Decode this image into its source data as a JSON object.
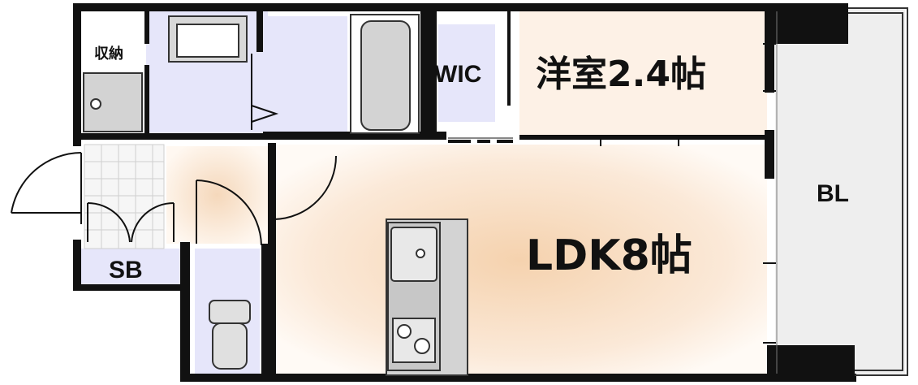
{
  "rooms": {
    "storage_label": "収納",
    "wic_label": "WIC",
    "western_room_label": "洋室2.4帖",
    "ldk_label": "LDK8帖",
    "shoe_box_label": "SB",
    "balcony_label": "BL"
  },
  "colors": {
    "wall": "#111111",
    "wet_area": "#e6e6fa",
    "wood_floor": "#fdf1e6",
    "wood_glow": "#f7d7b6",
    "balcony": "#eeeeee",
    "fixture": "#d3d3d3"
  }
}
